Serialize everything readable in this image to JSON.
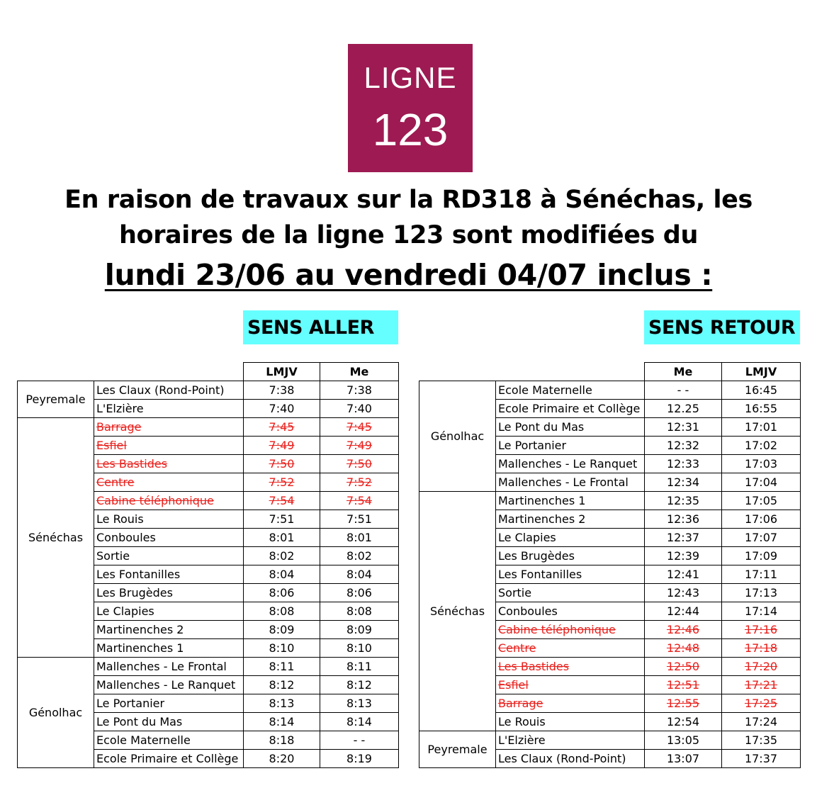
{
  "badge": {
    "line1": "LIGNE",
    "line2": "123"
  },
  "headline": {
    "line1": "En raison de travaux sur la RD318 à Sénéchas, les",
    "line2": "horaires de la ligne 123 sont modifiées du",
    "line3": "lundi 23/06 au vendredi 04/07 inclus :"
  },
  "aller": {
    "title": "SENS ALLER",
    "headers": [
      "LMJV",
      "Me"
    ],
    "groups": [
      {
        "commune": "Peyremale",
        "rows": [
          {
            "stop": "Les Claux  (Rond-Point)",
            "t1": "7:38",
            "t2": "7:38",
            "struck": false
          },
          {
            "stop": "L'Elzière",
            "t1": "7:40",
            "t2": "7:40",
            "struck": false
          }
        ]
      },
      {
        "commune": "Sénéchas",
        "rows": [
          {
            "stop": "Barrage",
            "t1": "7:45",
            "t2": "7:45",
            "struck": true
          },
          {
            "stop": "Esfiel",
            "t1": "7:49",
            "t2": "7:49",
            "struck": true
          },
          {
            "stop": "Les Bastides",
            "t1": "7:50",
            "t2": "7:50",
            "struck": true
          },
          {
            "stop": "Centre",
            "t1": "7:52",
            "t2": "7:52",
            "struck": true
          },
          {
            "stop": "Cabine téléphonique",
            "t1": "7:54",
            "t2": "7:54",
            "struck": true
          },
          {
            "stop": "Le Rouis",
            "t1": "7:51",
            "t2": "7:51",
            "struck": false
          },
          {
            "stop": "Conboules",
            "t1": "8:01",
            "t2": "8:01",
            "struck": false
          },
          {
            "stop": "Sortie",
            "t1": "8:02",
            "t2": "8:02",
            "struck": false
          },
          {
            "stop": "Les Fontanilles",
            "t1": "8:04",
            "t2": "8:04",
            "struck": false
          },
          {
            "stop": "Les Brugèdes",
            "t1": "8:06",
            "t2": "8:06",
            "struck": false
          },
          {
            "stop": "Le Clapies",
            "t1": "8:08",
            "t2": "8:08",
            "struck": false
          },
          {
            "stop": "Martinenches 2",
            "t1": "8:09",
            "t2": "8:09",
            "struck": false
          },
          {
            "stop": "Martinenches 1",
            "t1": "8:10",
            "t2": "8:10",
            "struck": false
          }
        ]
      },
      {
        "commune": "Génolhac",
        "rows": [
          {
            "stop": "Mallenches - Le Frontal",
            "t1": "8:11",
            "t2": "8:11",
            "struck": false
          },
          {
            "stop": "Mallenches - Le Ranquet",
            "t1": "8:12",
            "t2": "8:12",
            "struck": false
          },
          {
            "stop": "Le Portanier",
            "t1": "8:13",
            "t2": "8:13",
            "struck": false
          },
          {
            "stop": "Le Pont du Mas",
            "t1": "8:14",
            "t2": "8:14",
            "struck": false
          },
          {
            "stop": "Ecole Maternelle",
            "t1": "8:18",
            "t2": "- -",
            "struck": false
          },
          {
            "stop": "Ecole Primaire et Collège",
            "t1": "8:20",
            "t2": "8:19",
            "struck": false
          }
        ]
      }
    ]
  },
  "retour": {
    "title": "SENS RETOUR",
    "headers": [
      "Me",
      "LMJV"
    ],
    "groups": [
      {
        "commune": "Génolhac",
        "rows": [
          {
            "stop": "Ecole Maternelle",
            "t1": "- -",
            "t2": "16:45",
            "struck": false
          },
          {
            "stop": "Ecole Primaire et Collège",
            "t1": "12.25",
            "t2": "16:55",
            "struck": false
          },
          {
            "stop": "Le Pont du Mas",
            "t1": "12:31",
            "t2": "17:01",
            "struck": false
          },
          {
            "stop": "Le Portanier",
            "t1": "12:32",
            "t2": "17:02",
            "struck": false
          },
          {
            "stop": "Mallenches - Le Ranquet",
            "t1": "12:33",
            "t2": "17:03",
            "struck": false
          },
          {
            "stop": "Mallenches - Le Frontal",
            "t1": "12:34",
            "t2": "17:04",
            "struck": false
          }
        ]
      },
      {
        "commune": "Sénéchas",
        "rows": [
          {
            "stop": "Martinenches 1",
            "t1": "12:35",
            "t2": "17:05",
            "struck": false
          },
          {
            "stop": "Martinenches 2",
            "t1": "12:36",
            "t2": "17:06",
            "struck": false
          },
          {
            "stop": "Le Clapies",
            "t1": "12:37",
            "t2": "17:07",
            "struck": false
          },
          {
            "stop": "Les Brugèdes",
            "t1": "12:39",
            "t2": "17:09",
            "struck": false
          },
          {
            "stop": "Les Fontanilles",
            "t1": "12:41",
            "t2": "17:11",
            "struck": false
          },
          {
            "stop": "Sortie",
            "t1": "12:43",
            "t2": "17:13",
            "struck": false
          },
          {
            "stop": "Conboules",
            "t1": "12:44",
            "t2": "17:14",
            "struck": false
          },
          {
            "stop": "Cabine téléphonique",
            "t1": "12:46",
            "t2": "17:16",
            "struck": true
          },
          {
            "stop": "Centre",
            "t1": "12:48",
            "t2": "17:18",
            "struck": true
          },
          {
            "stop": "Les Bastides",
            "t1": "12:50",
            "t2": "17:20",
            "struck": true
          },
          {
            "stop": "Esfiel",
            "t1": "12:51",
            "t2": "17:21",
            "struck": true
          },
          {
            "stop": "Barrage",
            "t1": "12:55",
            "t2": "17:25",
            "struck": true
          },
          {
            "stop": "Le Rouis",
            "t1": "12:54",
            "t2": "17:24",
            "struck": false
          }
        ]
      },
      {
        "commune": "Peyremale",
        "rows": [
          {
            "stop": "L'Elzière",
            "t1": "13:05",
            "t2": "17:35",
            "struck": false
          },
          {
            "stop": "Les Claux (Rond-Point)",
            "t1": "13:07",
            "t2": "17:37",
            "struck": false
          }
        ]
      }
    ]
  }
}
